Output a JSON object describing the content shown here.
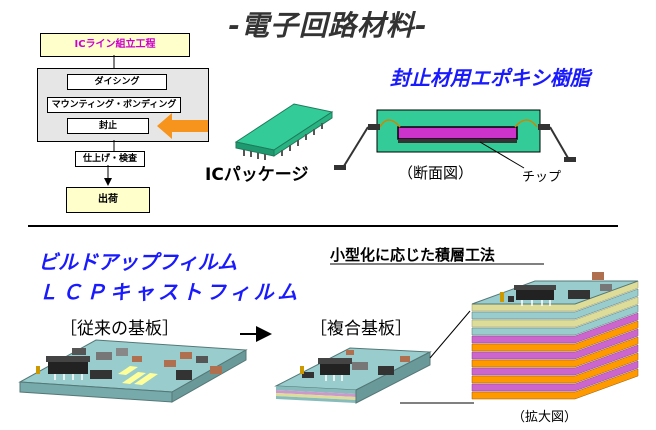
{
  "title": "-電子回路材料-",
  "flow": {
    "header": "ICライン組立工程",
    "steps": [
      "ダイシング",
      "マウンティング・ボンディング",
      "封止"
    ],
    "finish": "仕上げ・検査",
    "ship": "出荷"
  },
  "labels": {
    "epoxy": "封止材用エポキシ樹脂",
    "ic_package": "ICパッケージ",
    "cross_section": "（断面図）",
    "chip": "チップ",
    "miniaturization": "小型化に応じた積層工法",
    "buildup_film": "ビルドアップフィルム",
    "lcp_film": "ＬＣＰキャストフィルム",
    "conventional": "［従来の基板］",
    "composite": "［複合基板］",
    "enlarged": "（拡大図）"
  },
  "colors": {
    "accent_orange": "#f7941d",
    "title_blue": "#1a1aff",
    "board_teal": "#33cc99",
    "chip_magenta": "#cc33cc"
  }
}
